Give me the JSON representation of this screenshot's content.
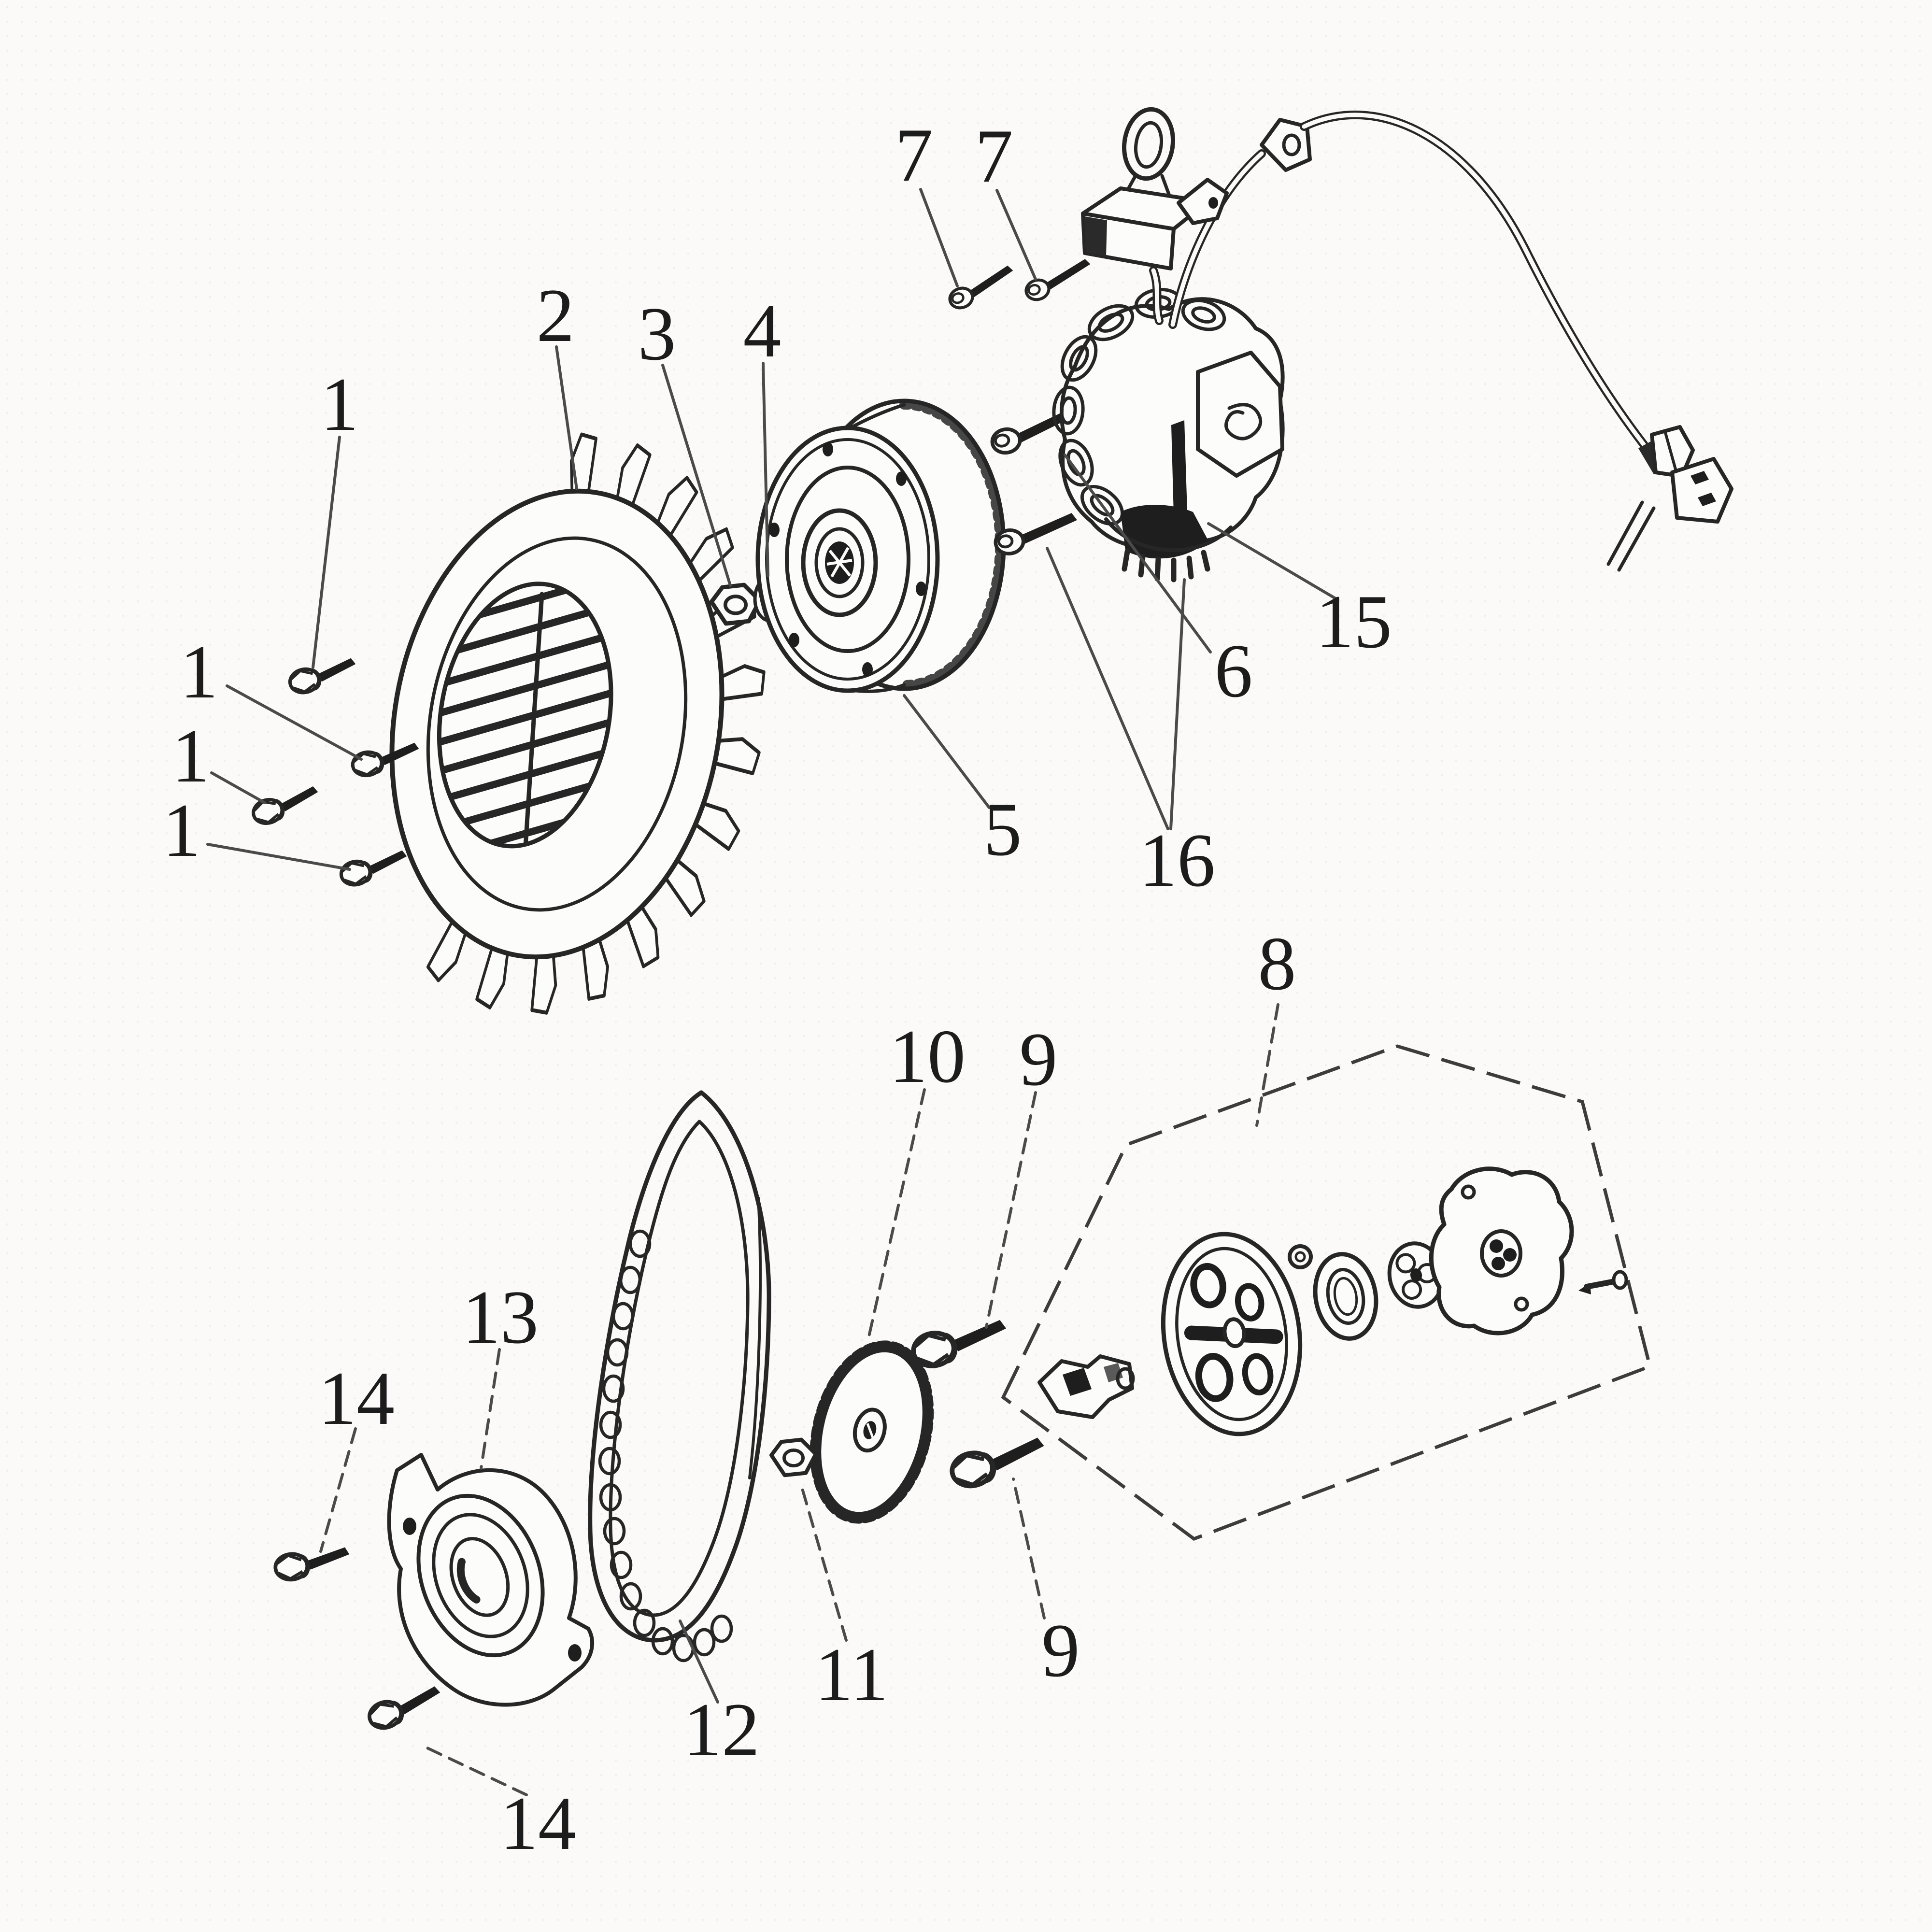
{
  "figure": {
    "kind": "exploded-parts-diagram",
    "ink_color": "#262626",
    "paper_color": "#fbfaf8",
    "leader_color": "#4a4a4a"
  },
  "callouts": [
    {
      "id": "1a",
      "text": "1"
    },
    {
      "id": "1b",
      "text": "1"
    },
    {
      "id": "1c",
      "text": "1"
    },
    {
      "id": "1d",
      "text": "1"
    },
    {
      "id": "2",
      "text": "2"
    },
    {
      "id": "3",
      "text": "3"
    },
    {
      "id": "4",
      "text": "4"
    },
    {
      "id": "5",
      "text": "5"
    },
    {
      "id": "6",
      "text": "6"
    },
    {
      "id": "7a",
      "text": "7"
    },
    {
      "id": "7b",
      "text": "7"
    },
    {
      "id": "8",
      "text": "8"
    },
    {
      "id": "9a",
      "text": "9"
    },
    {
      "id": "9b",
      "text": "9"
    },
    {
      "id": "10",
      "text": "10"
    },
    {
      "id": "11",
      "text": "11"
    },
    {
      "id": "12",
      "text": "12"
    },
    {
      "id": "13",
      "text": "13"
    },
    {
      "id": "14a",
      "text": "14"
    },
    {
      "id": "14b",
      "text": "14"
    },
    {
      "id": "15",
      "text": "15"
    },
    {
      "id": "16",
      "text": "16"
    }
  ]
}
